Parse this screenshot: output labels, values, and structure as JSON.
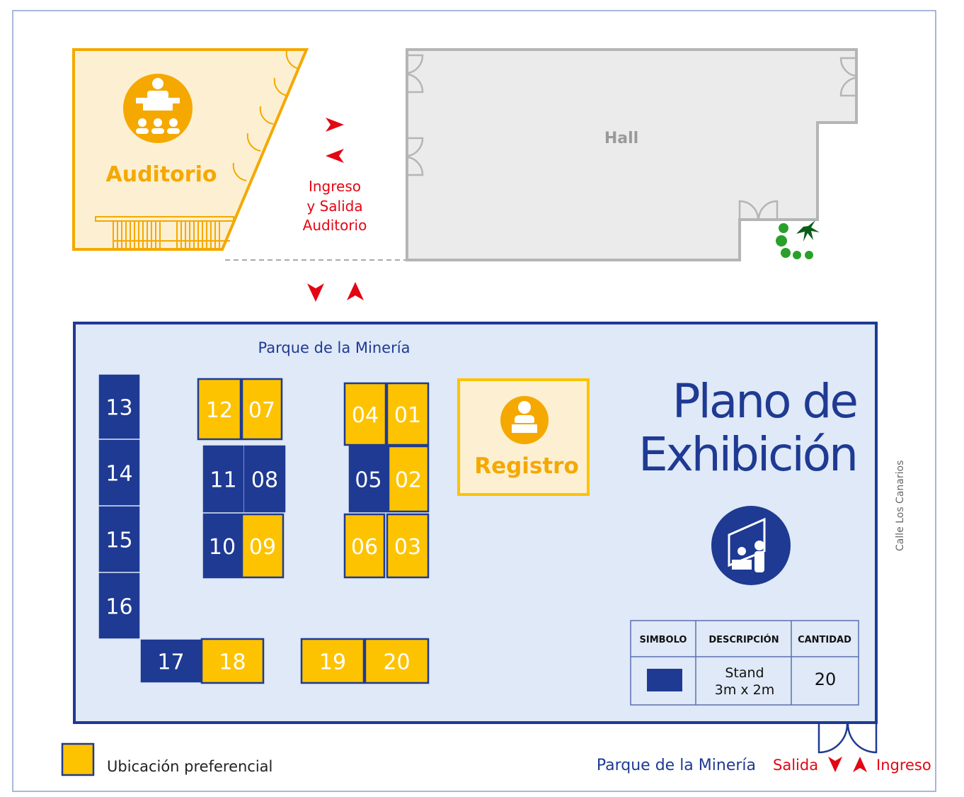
{
  "title": {
    "line1": "Plano de",
    "line2": "Exhibición"
  },
  "auditorium": {
    "label": "Auditorio"
  },
  "auditorium_access": {
    "line1": "Ingreso",
    "line2": "y Salida",
    "line3": "Auditorio"
  },
  "hall": {
    "label": "Hall"
  },
  "registration": {
    "label": "Registro"
  },
  "park_top": "Parque de la Minería",
  "street_label": "Calle Los Canarios",
  "stands": [
    {
      "number": "13",
      "preferential": false
    },
    {
      "number": "14",
      "preferential": false
    },
    {
      "number": "15",
      "preferential": false
    },
    {
      "number": "16",
      "preferential": false
    },
    {
      "number": "17",
      "preferential": false
    },
    {
      "number": "18",
      "preferential": true
    },
    {
      "number": "19",
      "preferential": true
    },
    {
      "number": "20",
      "preferential": true
    },
    {
      "number": "12",
      "preferential": true
    },
    {
      "number": "07",
      "preferential": true
    },
    {
      "number": "11",
      "preferential": false
    },
    {
      "number": "08",
      "preferential": false
    },
    {
      "number": "10",
      "preferential": false
    },
    {
      "number": "09",
      "preferential": true
    },
    {
      "number": "04",
      "preferential": true
    },
    {
      "number": "01",
      "preferential": true
    },
    {
      "number": "05",
      "preferential": false
    },
    {
      "number": "02",
      "preferential": true
    },
    {
      "number": "06",
      "preferential": true
    },
    {
      "number": "03",
      "preferential": true
    }
  ],
  "legend_table": {
    "headers": [
      "SIMBOLO",
      "DESCRIPCIÓN",
      "CANTIDAD"
    ],
    "description_line1": "Stand",
    "description_line2": "3m x 2m",
    "quantity": "20"
  },
  "footer": {
    "preferential_legend": "Ubicación preferencial",
    "park_bottom": "Parque de la Minería",
    "exit": "Salida",
    "entrance": "Ingreso"
  },
  "colors": {
    "stand_blue": "#1f3a93",
    "preferential_yellow": "#fdc300",
    "floor_bg": "#dfe9f7",
    "auditorium_orange": "#f5a800",
    "arrow_red": "#e30613"
  }
}
